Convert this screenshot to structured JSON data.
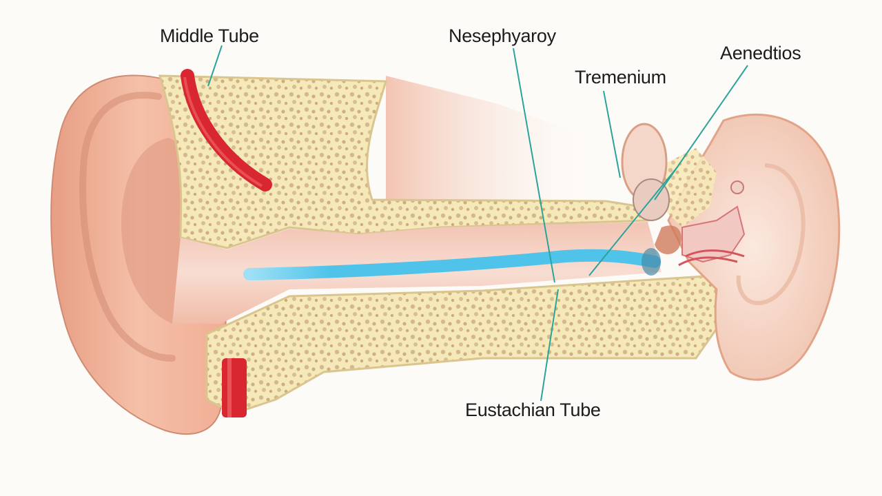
{
  "labels": {
    "middle_tube": "Middle Tube",
    "nasopharynx": "Nesephyaroy",
    "aenedtios": "Aenedtios",
    "tremenium": "Tremenium",
    "eustachian_tube": "Eustachian Tube"
  },
  "colors": {
    "skin": "#f2b79e",
    "skin_shadow": "#d98d73",
    "bone": "#f6e9b9",
    "bone_dots": "#d2b489",
    "artery": "#d92732",
    "tube": "#4fc3ea",
    "leader_line": "#2aa39a"
  }
}
